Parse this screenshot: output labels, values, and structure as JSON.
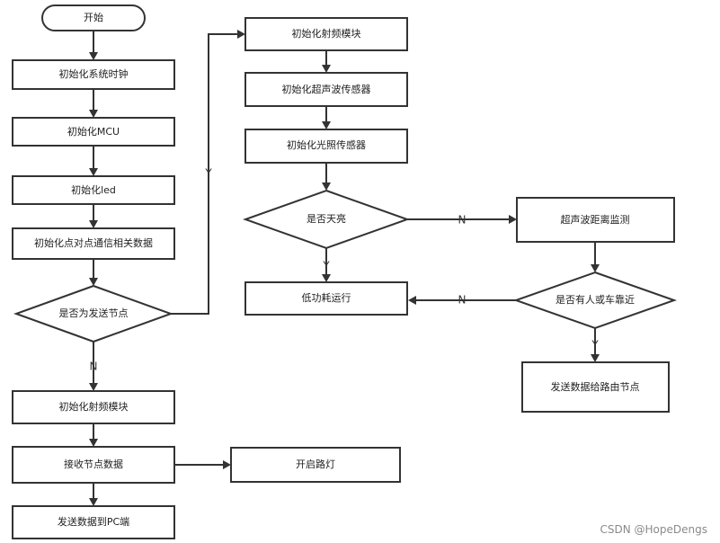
{
  "nodes": {
    "start": "开始",
    "init_clock": "初始化系统时钟",
    "init_mcu": "初始化MCU",
    "init_led": "初始化led",
    "init_p2p": "初始化点对点通信相关数据",
    "is_sender": "是否为发送节点",
    "init_rf_left": "初始化射频模块",
    "receive_data": "接收节点数据",
    "send_pc": "发送数据到PC端",
    "turn_on_light": "开启路灯",
    "init_rf_right": "初始化射频模块",
    "init_ultrasonic": "初始化超声波传感器",
    "init_light_sensor": "初始化光照传感器",
    "is_daylight": "是否天亮",
    "ultrasonic_monitor": "超声波距离监测",
    "low_power": "低功耗运行",
    "person_vehicle": "是否有人或车靠近",
    "send_to_router": "发送数据给路由节点"
  },
  "labels": {
    "y_to_rf": "Y",
    "n_to_rf_left": "N",
    "n_to_ultrasonic": "N",
    "y_to_low_power": "Y",
    "n_to_low_power": "N",
    "y_to_router": "Y"
  },
  "watermark": "CSDN @HopeDengs"
}
